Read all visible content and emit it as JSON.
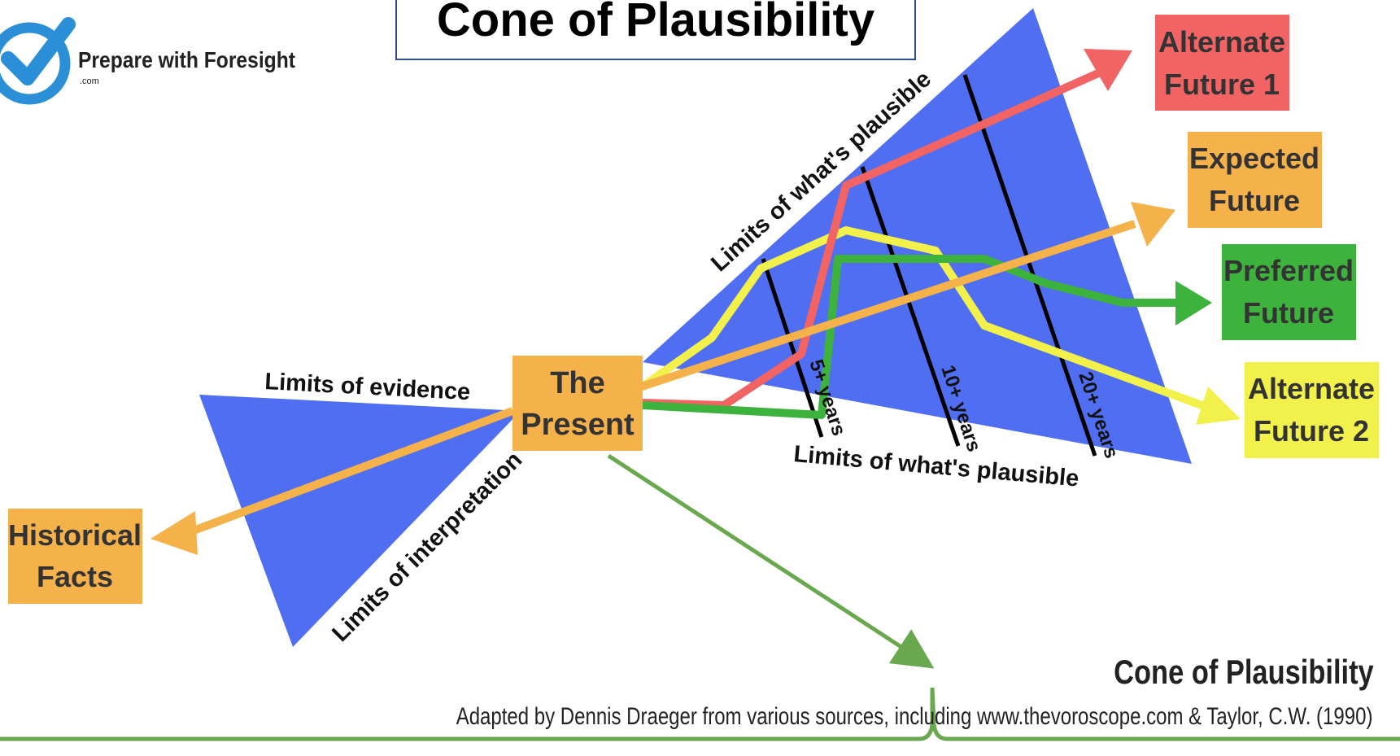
{
  "header": {
    "title": "Cone of Plausibility",
    "logo_text": "Prepare with Foresight",
    "logo_sub": ".com"
  },
  "boxes": {
    "present": [
      "The",
      "Present"
    ],
    "historical": [
      "Historical",
      "Facts"
    ],
    "alternate1": [
      "Alternate",
      "Future 1"
    ],
    "expected": [
      "Expected",
      "Future"
    ],
    "preferred": [
      "Preferred",
      "Future"
    ],
    "alternate2": [
      "Alternate",
      "Future 2"
    ]
  },
  "cone_labels": {
    "evidence": "Limits of evidence",
    "interpretation": "Limits of interpretation",
    "plausible_top": "Limits of what's plausible",
    "plausible_bottom": "Limits of what's plausible"
  },
  "horizons": [
    "5+ years",
    "10+ years",
    "20+ years"
  ],
  "footer": {
    "title": "Cone of Plausibility",
    "credit": "Adapted by Dennis Draeger from various sources, including www.thevoroscope.com & Taylor, C.W. (1990)"
  },
  "colors": {
    "cone": "#4f6ef2",
    "expected": "#f5b14a",
    "alternate1": "#f26363",
    "preferred": "#3db23d",
    "alternate2": "#f2f04a",
    "callout": "#6aa84f",
    "logo": "#2a8fd6"
  }
}
